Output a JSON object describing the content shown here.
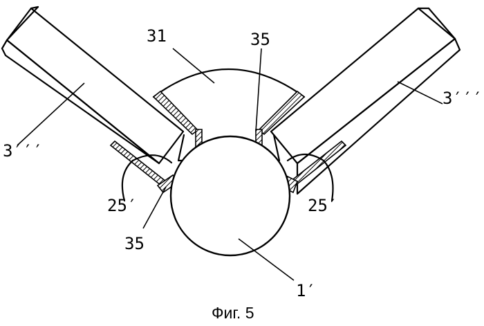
{
  "figure": {
    "labels": {
      "part_31": "31",
      "part_35_top": "35",
      "part_35_bottom": "35",
      "part_3_left": "3′′′",
      "part_3_right": "3′′′",
      "part_25_left": "25′",
      "part_25_right": "25′",
      "part_1": "1′"
    },
    "caption": "Фиг. 5"
  }
}
